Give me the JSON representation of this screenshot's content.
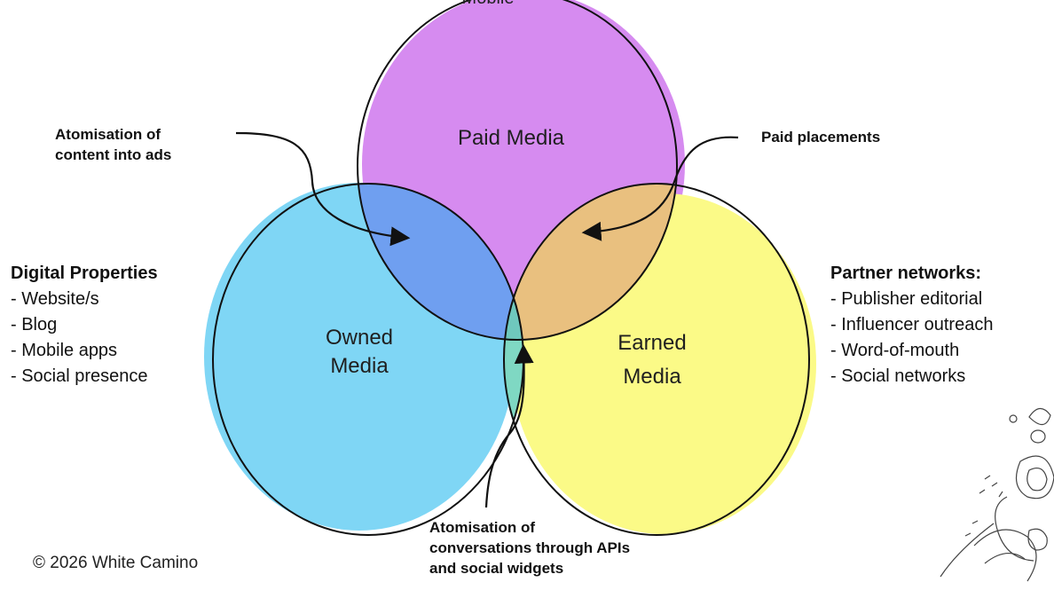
{
  "top_cutoff_label": "Mobile",
  "circles": {
    "paid": {
      "label": "Paid Media",
      "fill": "#d68bf0"
    },
    "owned": {
      "label_line1": "Owned",
      "label_line2": "Media",
      "fill": "#7fd6f5"
    },
    "earned": {
      "label_line1": "Earned",
      "label_line2": "Media",
      "fill": "#fbfa87"
    }
  },
  "overlaps": {
    "paid_owned": "#6f9ff0",
    "paid_earned": "#e9c07f",
    "owned_earned": "#7fd8c3",
    "center": "#6fc8bd"
  },
  "annotations": {
    "top_left": {
      "line1": "Atomisation of",
      "line2": "content into ads"
    },
    "top_right": {
      "line1": "Paid placements"
    },
    "bottom": {
      "line1": "Atomisation of",
      "line2": "conversations through APIs",
      "line3": "and social widgets"
    }
  },
  "left_list": {
    "heading": "Digital Properties",
    "items": [
      "- Website/s",
      "- Blog",
      "- Mobile apps",
      "- Social presence"
    ]
  },
  "right_list": {
    "heading": "Partner networks:",
    "items": [
      "- Publisher editorial",
      "- Influencer outreach",
      "- Word-of-mouth",
      "- Social networks"
    ]
  },
  "copyright": "© 2026 White Camino",
  "decoration": "pebble-doodle"
}
